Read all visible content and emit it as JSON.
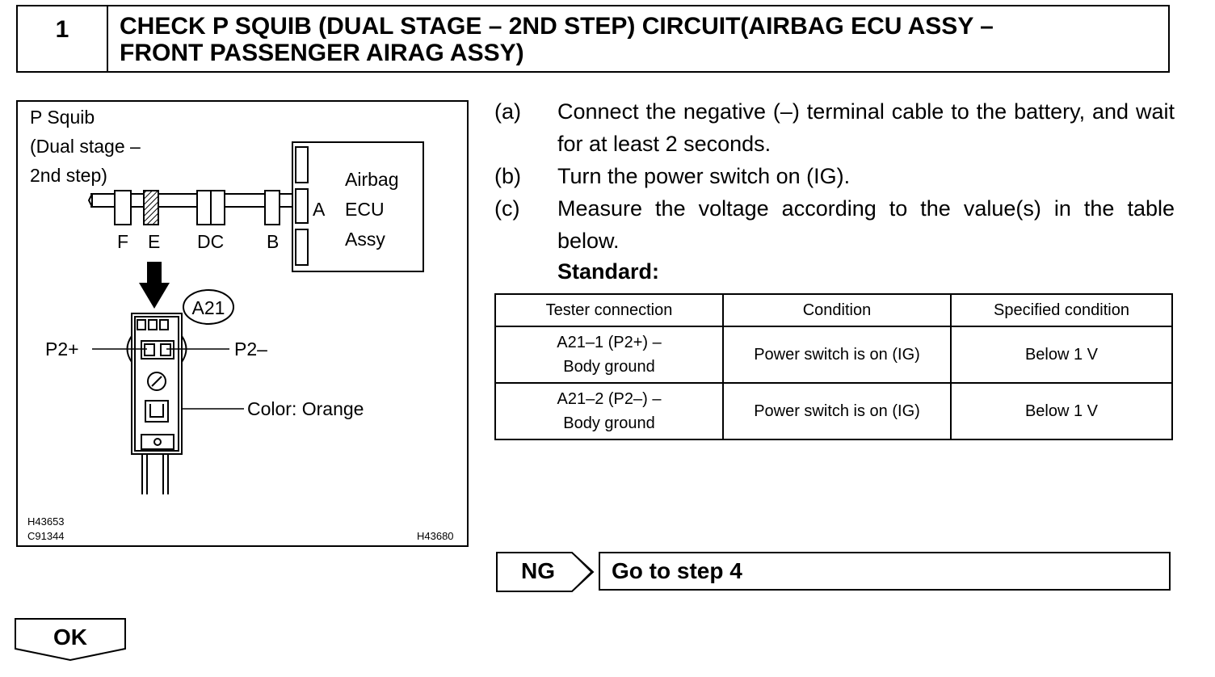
{
  "step": {
    "number": "1",
    "title_line1": "CHECK P SQUIB (DUAL STAGE – 2ND STEP) CIRCUIT(AIRBAG ECU ASSY –",
    "title_line2": "FRONT PASSENGER AIRAG ASSY)"
  },
  "figure": {
    "squib_label_1": "P Squib",
    "squib_label_2": "(Dual stage –",
    "squib_label_3": "2nd step)",
    "ecu_label_1": "Airbag",
    "ecu_label_2": "ECU",
    "ecu_label_3": "Assy",
    "connector_a": "A",
    "letter_f": "F",
    "letter_e": "E",
    "letters_dc": "DC",
    "letter_b": "B",
    "connector_id": "A21",
    "pin_p2_plus": "P2+",
    "pin_p2_minus": "P2–",
    "color_label": "Color: Orange",
    "code_1": "H43653",
    "code_2": "C91344",
    "code_3": "H43680"
  },
  "procedure": {
    "steps": [
      {
        "letter": "(a)",
        "text": "Connect the negative (–) terminal cable to the battery, and wait for at least 2 seconds."
      },
      {
        "letter": "(b)",
        "text": "Turn the power switch on (IG)."
      },
      {
        "letter": "(c)",
        "text": "Measure the voltage according to the value(s) in the table below."
      }
    ],
    "standard_label": "Standard:"
  },
  "table": {
    "headers": [
      "Tester connection",
      "Condition",
      "Specified condition"
    ],
    "rows": [
      {
        "connection_1": "A21–1 (P2+) –",
        "connection_2": "Body ground",
        "condition": "Power switch is on (IG)",
        "specified": "Below 1 V"
      },
      {
        "connection_1": "A21–2 (P2–) –",
        "connection_2": "Body ground",
        "condition": "Power switch is on (IG)",
        "specified": "Below 1 V"
      }
    ]
  },
  "ng_branch": {
    "label": "NG",
    "action": "Go to step 4"
  },
  "ok_branch": {
    "label": "OK"
  }
}
